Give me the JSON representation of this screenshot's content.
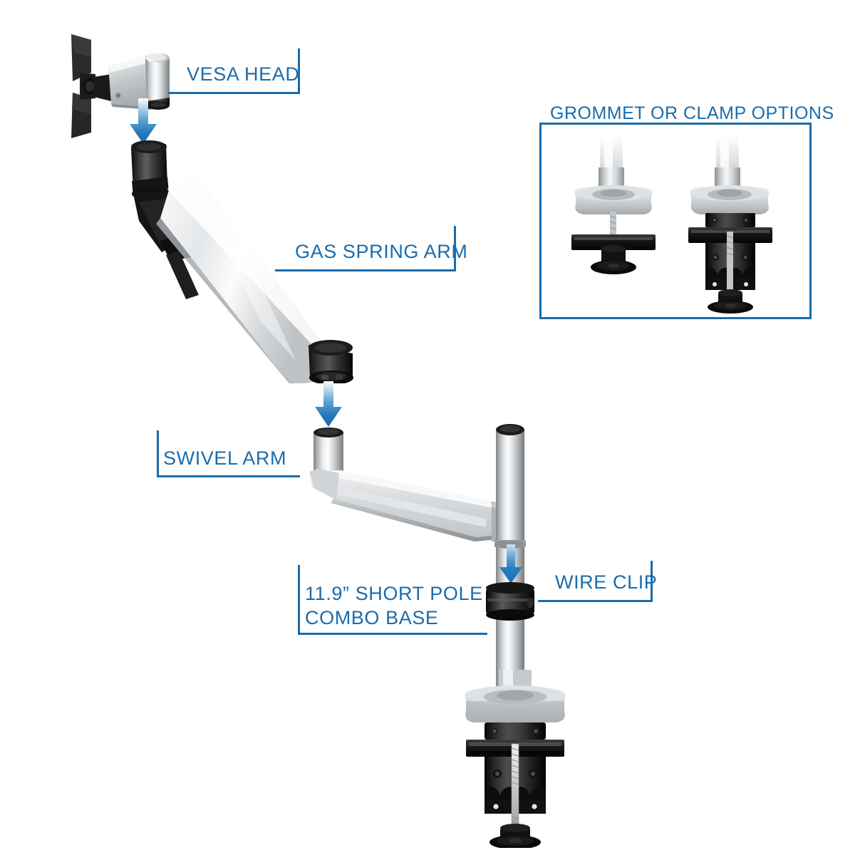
{
  "diagram": {
    "title": "Monitor Mount Components Exploded View",
    "accent_color": "#1b6cab",
    "arrow_color": "#1f6fb5",
    "background": "#ffffff"
  },
  "callouts": [
    {
      "id": "vesa-head",
      "label": "VESA HEAD",
      "bracket": "right"
    },
    {
      "id": "gas-spring-arm",
      "label": "GAS SPRING ARM",
      "bracket": "right"
    },
    {
      "id": "swivel-arm",
      "label": "SWIVEL ARM",
      "bracket": "left"
    },
    {
      "id": "short-pole-combo-base",
      "label_line1": "11.9” SHORT POLE",
      "label_line2": "COMBO BASE",
      "bracket": "left"
    },
    {
      "id": "wire-clip",
      "label": "WIRE CLIP",
      "bracket": "right"
    }
  ],
  "inset": {
    "title": "GROMMET OR CLAMP OPTIONS",
    "options": [
      {
        "id": "grommet-mount",
        "name": "grommet"
      },
      {
        "id": "clamp-mount",
        "name": "clamp"
      }
    ]
  },
  "arrows": [
    {
      "id": "arrow-vesa-to-arm",
      "direction": "down"
    },
    {
      "id": "arrow-arm-to-swivel",
      "direction": "down"
    },
    {
      "id": "arrow-wire-clip",
      "direction": "down"
    }
  ],
  "parts": [
    {
      "id": "vesa-head-part",
      "name": "VESA head assembly"
    },
    {
      "id": "gas-spring-arm-part",
      "name": "Gas spring arm"
    },
    {
      "id": "swivel-arm-part",
      "name": "Swivel arm"
    },
    {
      "id": "pole-part",
      "name": "11.9 inch short pole"
    },
    {
      "id": "wire-clip-part",
      "name": "Wire clip ring"
    },
    {
      "id": "combo-base-part",
      "name": "Combo base C-clamp"
    }
  ]
}
